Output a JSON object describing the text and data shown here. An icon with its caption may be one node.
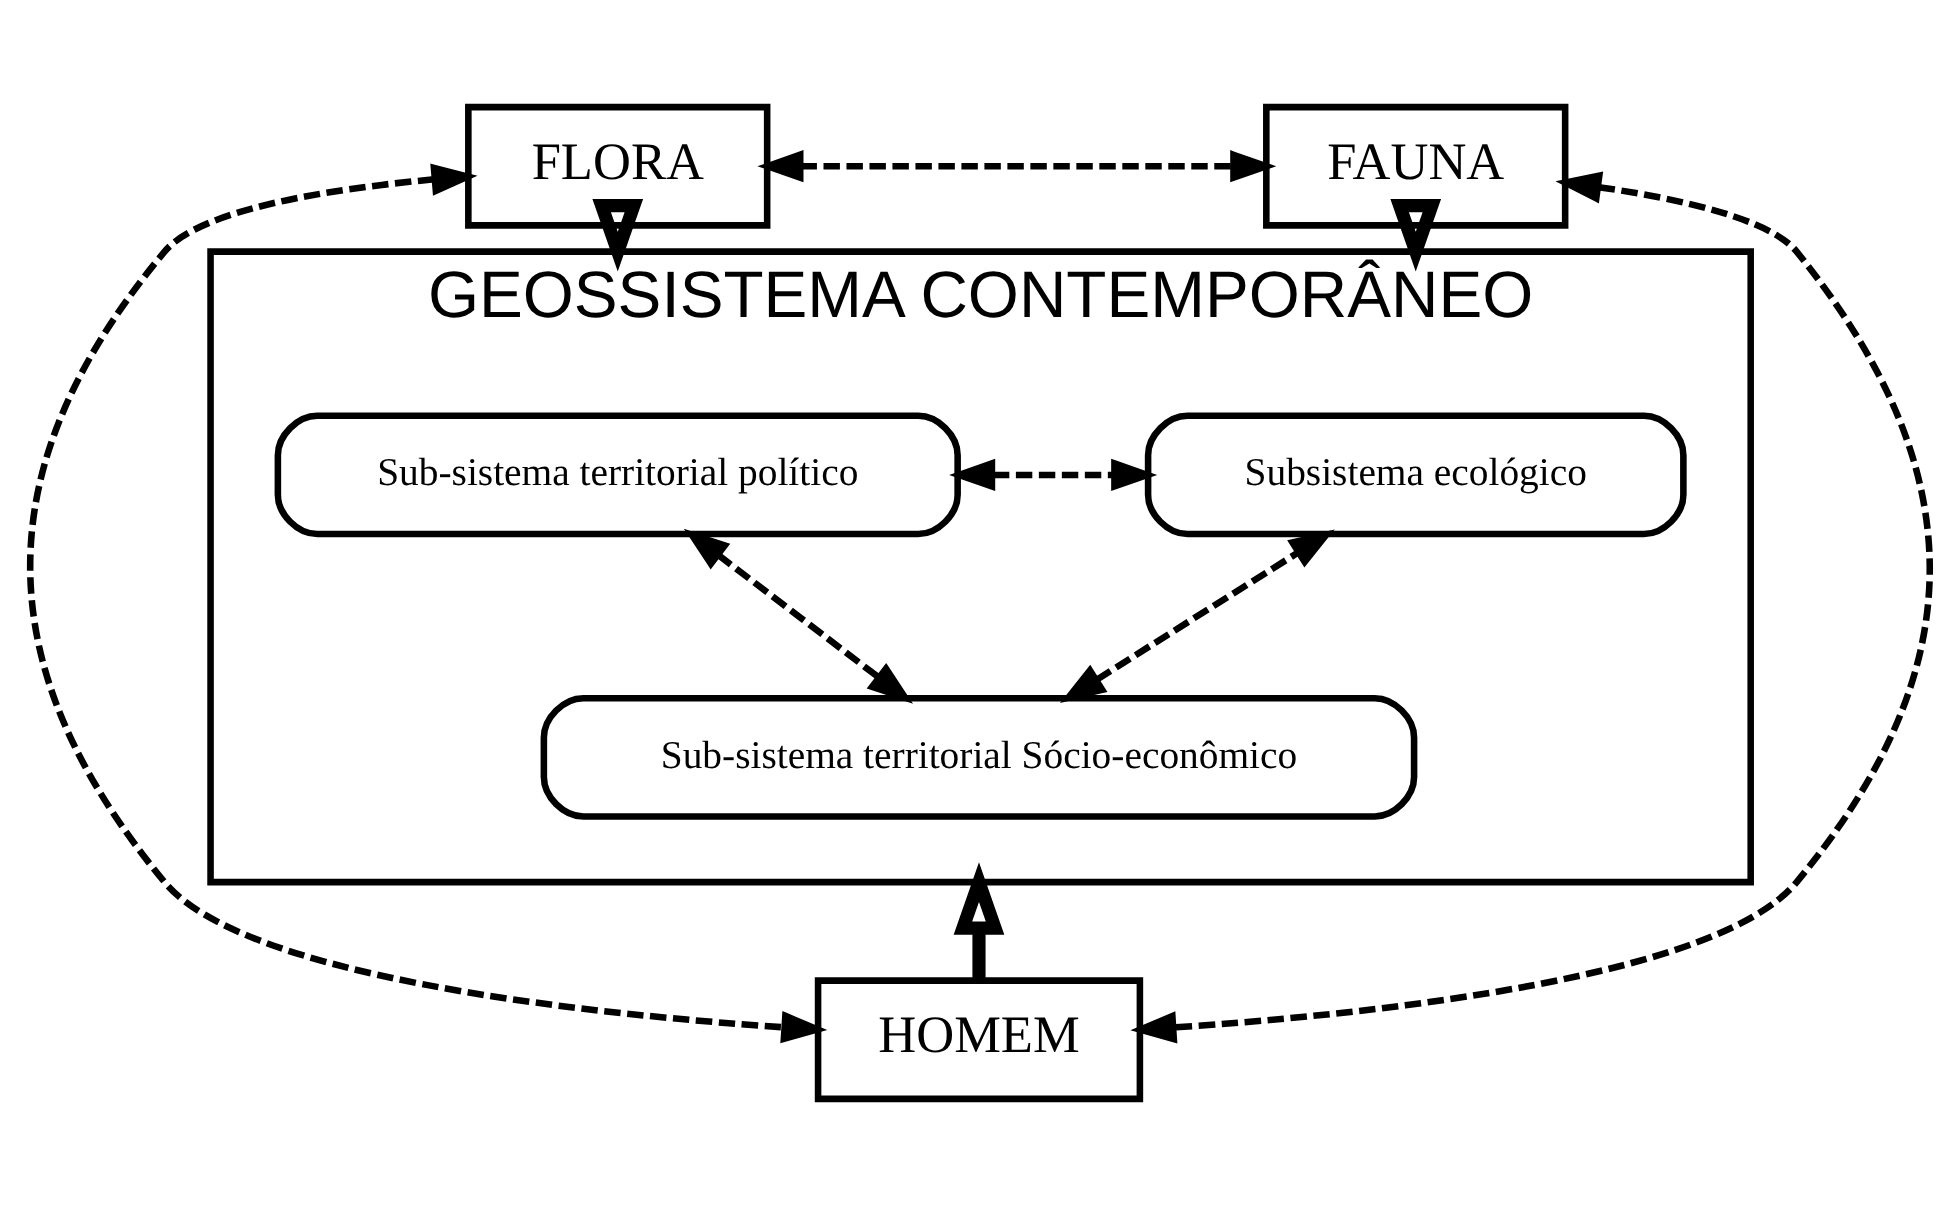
{
  "diagram": {
    "nodes": [
      {
        "text": [
          "FLORA"
        ]
      },
      {
        "text": [
          "FAUNA"
        ]
      },
      {
        "text": [
          "GEOSSISTEMA CONTEMPORÂNEO"
        ]
      },
      {
        "text": [
          "Sub-sistema territorial político"
        ],
        "in": 2
      },
      {
        "text": [
          "Subsistema ecológico"
        ],
        "in": 2
      },
      {
        "text": [
          "Sub-sistema territorial Sócio-econômico"
        ],
        "in": 2
      },
      {
        "text": [
          "HOMEM"
        ]
      }
    ],
    "edges": [
      {
        "from": 0,
        "to": 1,
        "arrow": "both",
        "style": "dashed"
      },
      {
        "from": 0,
        "to": 2,
        "arrow": "to",
        "style": "thick"
      },
      {
        "from": 1,
        "to": 2,
        "arrow": "to",
        "style": "thick"
      },
      {
        "from": 3,
        "to": 4,
        "arrow": "both",
        "style": "dashed"
      },
      {
        "from": 3,
        "to": 5,
        "arrow": "both",
        "style": "dashed"
      },
      {
        "from": 5,
        "to": 4,
        "arrow": "both",
        "style": "dashed"
      },
      {
        "from": 0,
        "to": 6,
        "arrow": "both",
        "style": "dashed"
      },
      {
        "from": 1,
        "to": 6,
        "arrow": "both",
        "style": "dashed"
      },
      {
        "from": 6,
        "to": 2,
        "arrow": "to",
        "style": "thick"
      }
    ]
  }
}
